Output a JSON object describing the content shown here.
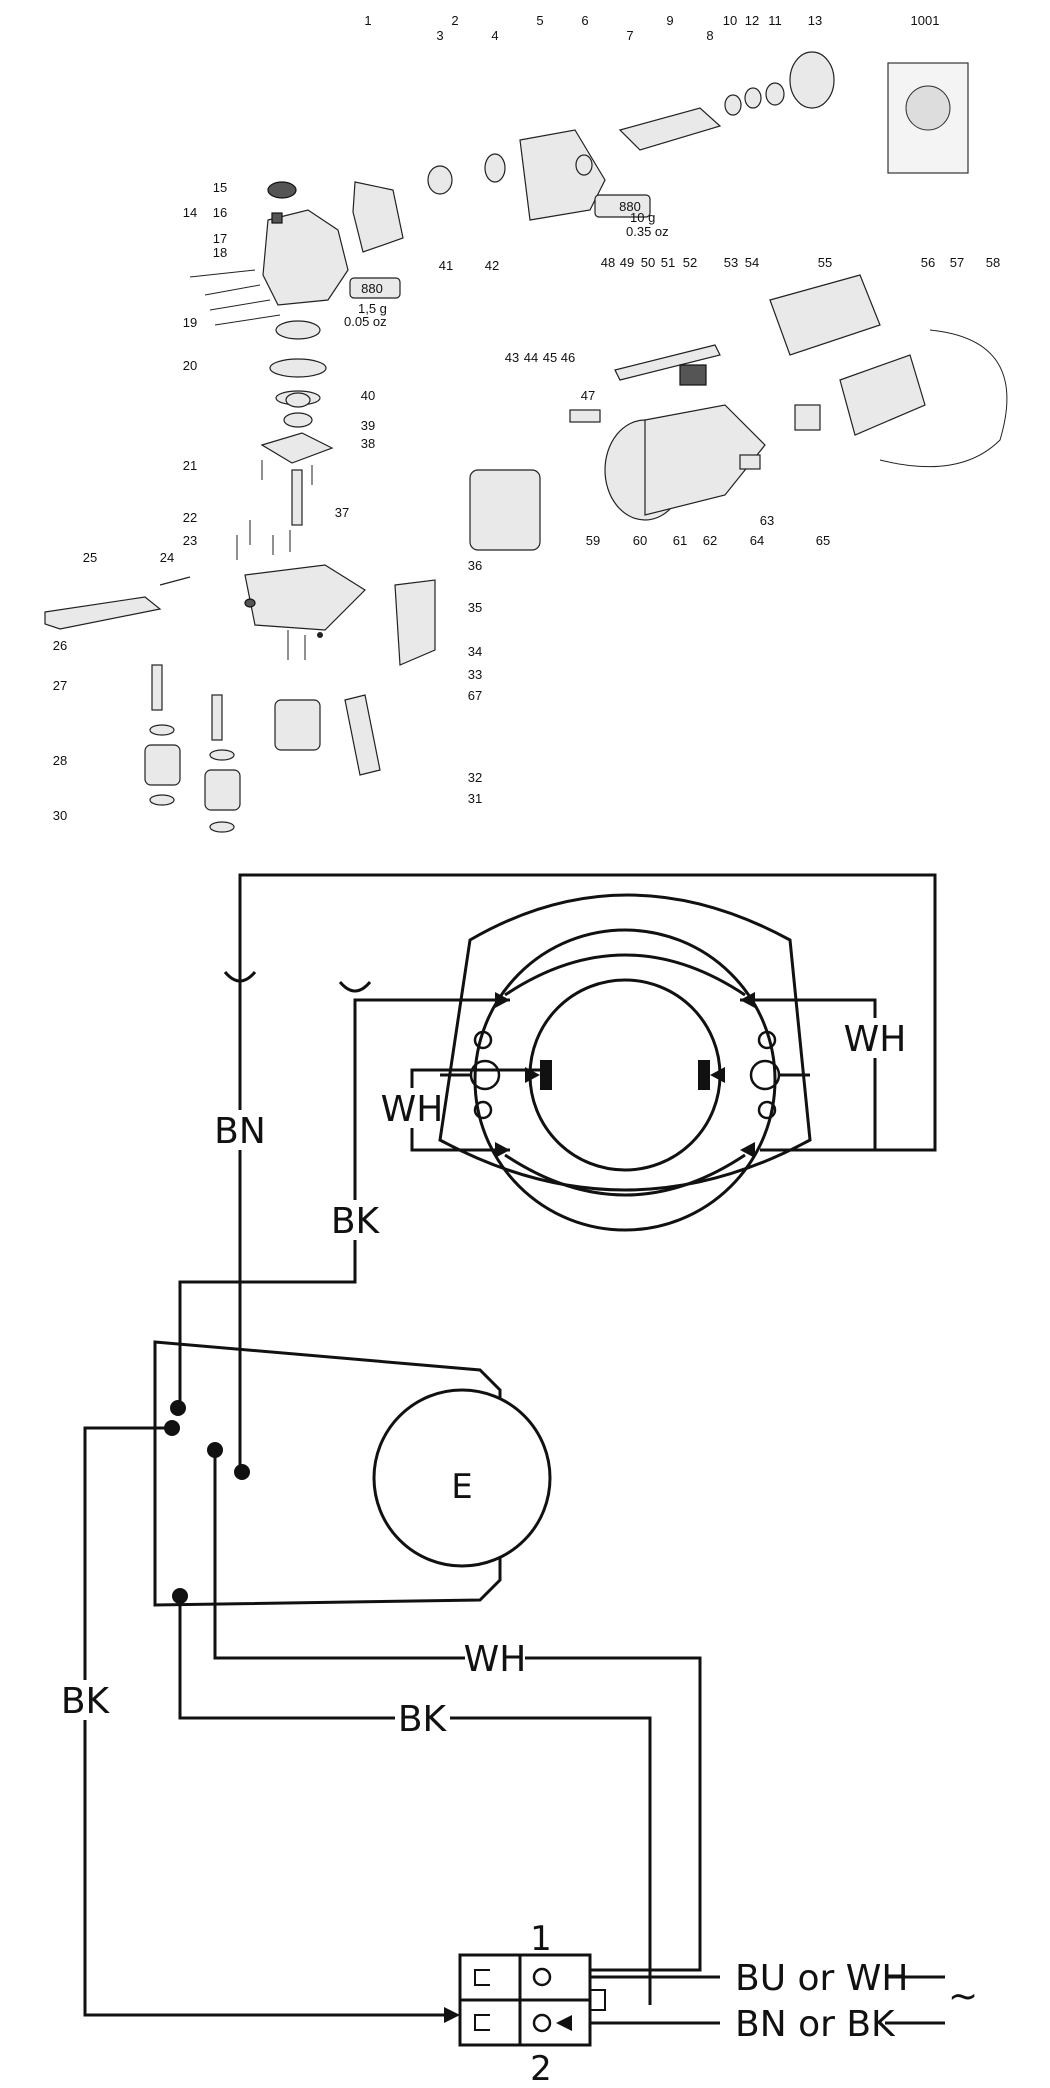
{
  "parts_diagram": {
    "callouts": [
      "1",
      "2",
      "3",
      "4",
      "5",
      "6",
      "7",
      "8",
      "9",
      "10",
      "11",
      "12",
      "13",
      "1001",
      "14",
      "15",
      "16",
      "17",
      "18",
      "19",
      "20",
      "21",
      "22",
      "23",
      "24",
      "25",
      "26",
      "27",
      "28",
      "30",
      "31",
      "32",
      "33",
      "34",
      "35",
      "36",
      "37",
      "38",
      "39",
      "40",
      "41",
      "42",
      "43",
      "44",
      "45",
      "46",
      "47",
      "48",
      "49",
      "50",
      "51",
      "52",
      "53",
      "54",
      "55",
      "56",
      "57",
      "58",
      "59",
      "60",
      "61",
      "62",
      "63",
      "64",
      "65",
      "67"
    ],
    "grease_tube_small": {
      "code": "880",
      "amount_g": "1,5 g",
      "amount_oz": "0.05 oz"
    },
    "grease_tube_large": {
      "code": "880",
      "amount_g": "10 g",
      "amount_oz": "0.35 oz"
    }
  },
  "wiring_diagram": {
    "wire_labels": {
      "bn_top": "BN",
      "bk_top": "BK",
      "wh_right": "WH",
      "wh_left": "WH",
      "bk_left": "BK",
      "wh_bottom": "WH",
      "bk_bottom": "BK"
    },
    "electronics_label": "E",
    "terminal_1": "1",
    "terminal_2": "2",
    "supply_1": "BU or WH",
    "supply_2": "BN or BK",
    "ac_symbol": "~"
  }
}
